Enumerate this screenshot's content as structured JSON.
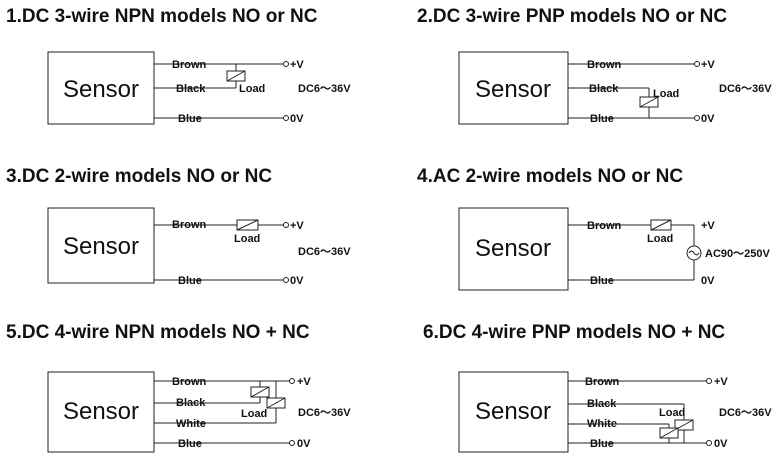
{
  "panels": [
    {
      "title": "1.DC 3-wire NPN models NO or NC",
      "sensor": "Sensor",
      "wires": [
        "Brown",
        "Black",
        "Blue"
      ],
      "load": "Load",
      "plus": "+V",
      "zero": "0V",
      "supply": "DC6～36V"
    },
    {
      "title": "2.DC 3-wire PNP models NO or NC",
      "sensor": "Sensor",
      "wires": [
        "Brown",
        "Black",
        "Blue"
      ],
      "load": "Load",
      "plus": "+V",
      "zero": "0V",
      "supply": "DC6～36V"
    },
    {
      "title": "3.DC 2-wire models NO or NC",
      "sensor": "Sensor",
      "wires": [
        "Brown",
        "Blue"
      ],
      "load": "Load",
      "plus": "+V",
      "zero": "0V",
      "supply": "DC6～36V"
    },
    {
      "title": "4.AC 2-wire models NO or NC",
      "sensor": "Sensor",
      "wires": [
        "Brown",
        "Blue"
      ],
      "load": "Load",
      "plus": "+V",
      "zero": "0V",
      "supply": "AC90～250V"
    },
    {
      "title": "5.DC 4-wire NPN models NO + NC",
      "sensor": "Sensor",
      "wires": [
        "Brown",
        "Black",
        "White",
        "Blue"
      ],
      "load": "Load",
      "plus": "+V",
      "zero": "0V",
      "supply": "DC6～36V"
    },
    {
      "title": "6.DC 4-wire PNP models NO + NC",
      "sensor": "Sensor",
      "wires": [
        "Brown",
        "Black",
        "White",
        "Blue"
      ],
      "load": "Load",
      "plus": "+V",
      "zero": "0V",
      "supply": "DC6～36V"
    }
  ]
}
